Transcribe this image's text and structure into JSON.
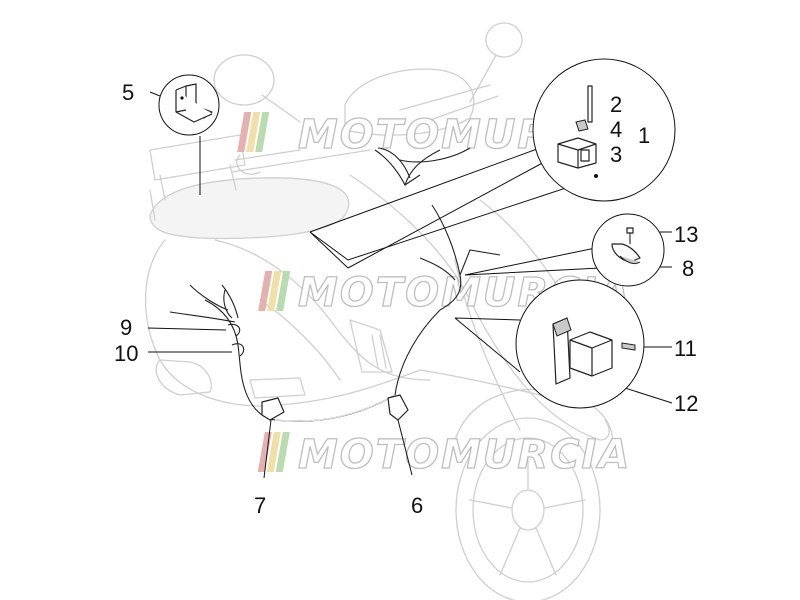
{
  "callouts": {
    "c1": "1",
    "c2": "2",
    "c3": "3",
    "c4": "4",
    "c5": "5",
    "c6": "6",
    "c7": "7",
    "c8": "8",
    "c9": "9",
    "c10": "10",
    "c11": "11",
    "c12": "12",
    "c13": "13"
  },
  "watermark": {
    "text": "MOTOMURCIA",
    "stripe_colors": [
      "#e5b0b0",
      "#f0e0a8",
      "#b8dcb0"
    ]
  },
  "colors": {
    "ghost_outline": "#cfcfcf",
    "line_art": "#222222"
  }
}
